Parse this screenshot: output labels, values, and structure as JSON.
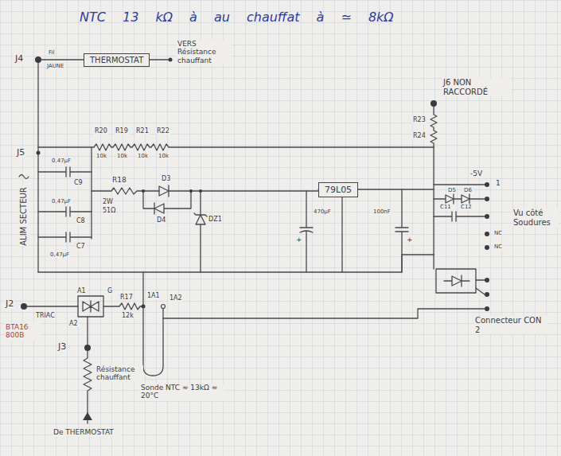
{
  "diagram": {
    "title": "NTC 13 kΩ à au chauffat à ≃ 8kΩ",
    "nodes": [
      {
        "text": [
          "THERMOSTAT"
        ]
      },
      {
        "text": [
          "79L05"
        ]
      }
    ],
    "labels": [
      "J4",
      "Fil",
      "JAUNE",
      "VERS Résistance chauffant",
      "J5",
      "J6 NON RACCORDÉ",
      "R23",
      "R24",
      "-5V",
      "1",
      "D5",
      "D6",
      "C11",
      "C12",
      "NC",
      "NC",
      "Vu côté Soudures",
      "Connecteur CON 2",
      "R20",
      "R19",
      "R21",
      "R22",
      "10k",
      "10k",
      "10k",
      "10k",
      "0,47µF",
      "C9",
      "0,47µF",
      "C8",
      "C7",
      "0,47µF",
      "ALIM SECTEUR",
      "R18",
      "2W",
      "51Ω",
      "D3",
      "D4",
      "DZ1",
      "470µF",
      "+",
      "100nF",
      "+",
      "J2",
      "TRIAC",
      "A1",
      "A2",
      "G",
      "R17",
      "12k",
      "1A1",
      "1A2",
      "BTA16 800B",
      "J3",
      "Résistance chauffant",
      "De THERMOSTAT",
      "Sonde NTC ≈ 13kΩ ≈ 20°C"
    ]
  }
}
